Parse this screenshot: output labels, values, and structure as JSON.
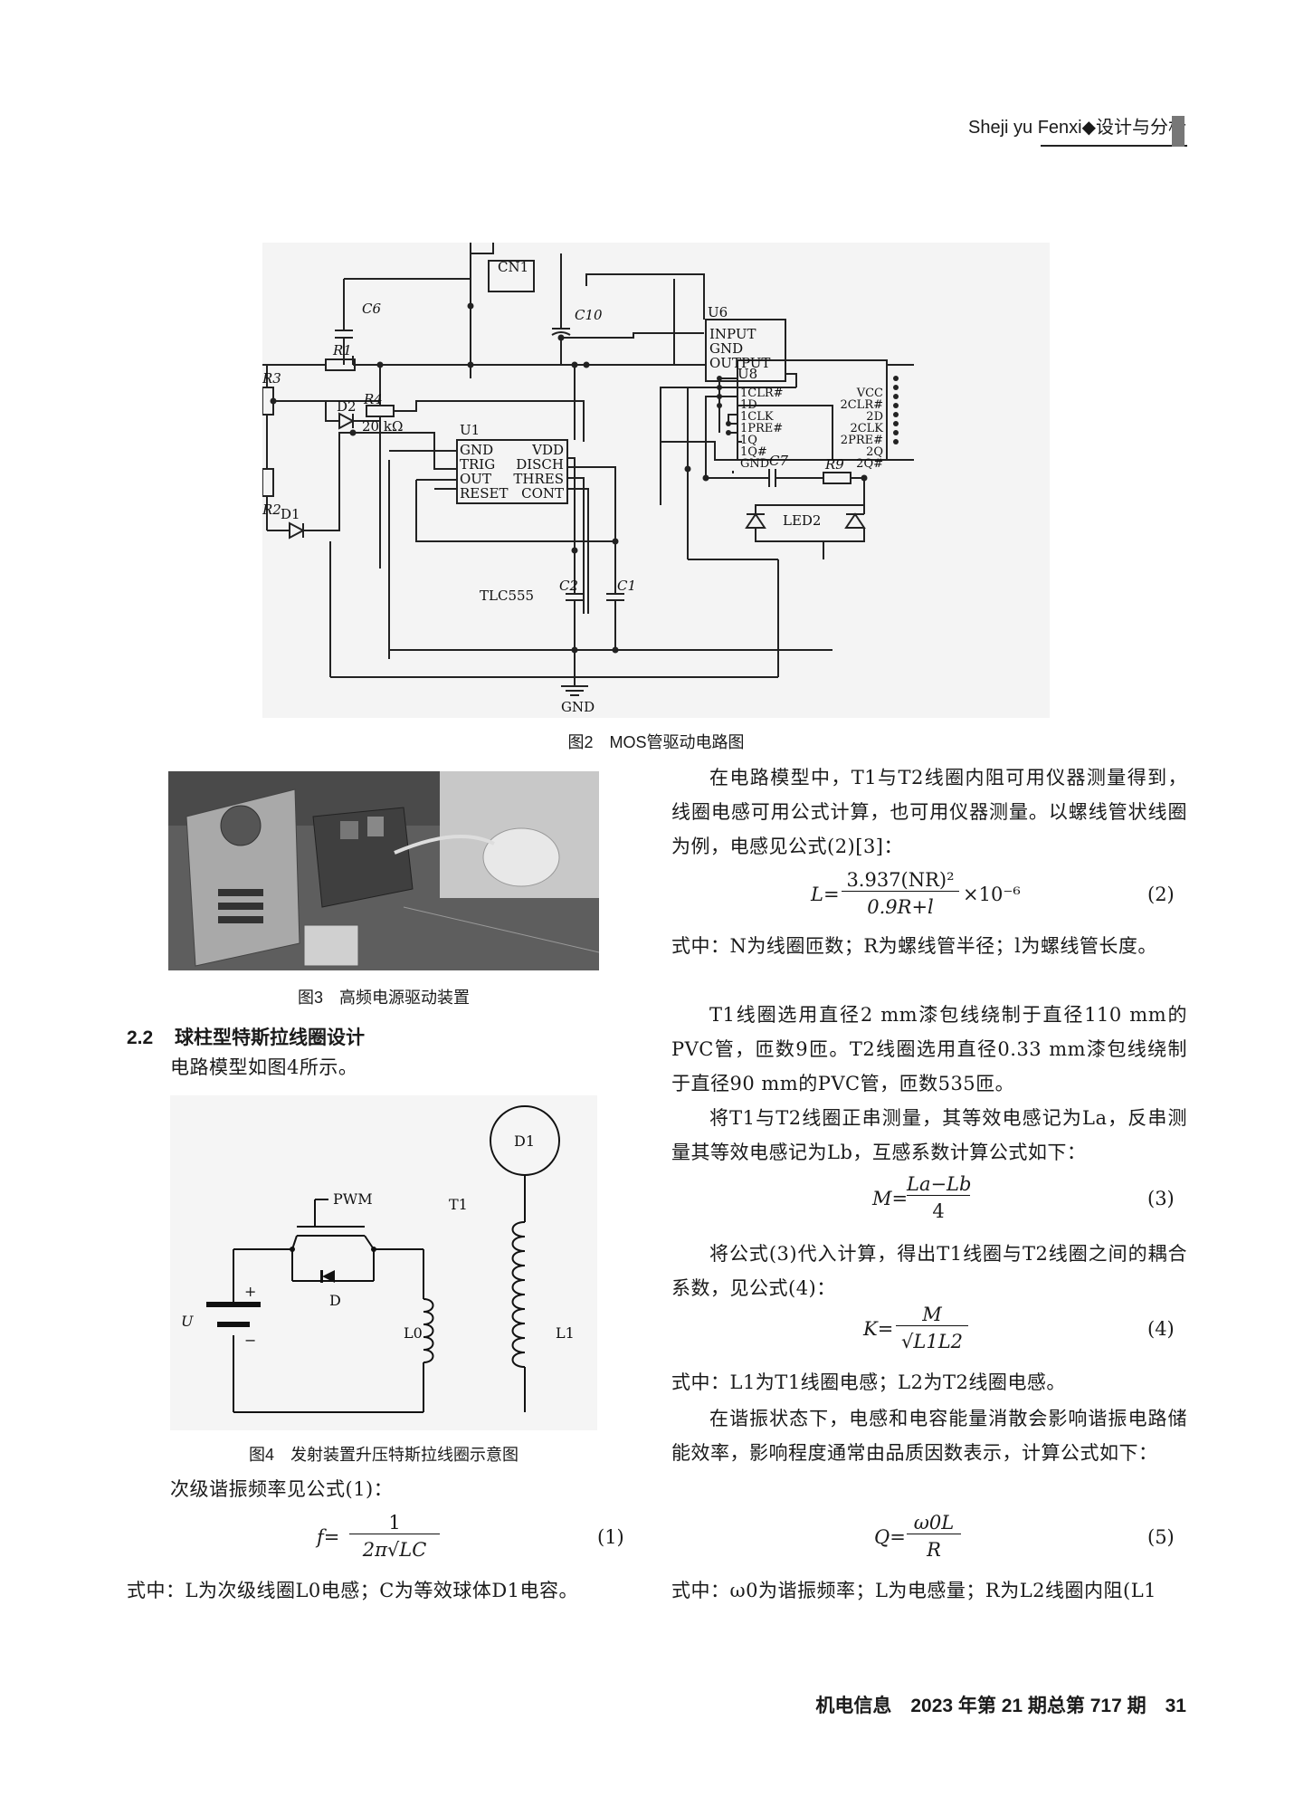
{
  "header": {
    "running_title": "Sheji yu Fenxi◆设计与分析"
  },
  "fig2": {
    "caption": "图2　MOS管驱动电路图",
    "labels": {
      "cn1": "CN1",
      "c6": "C6",
      "c10": "C10",
      "u6": "U6",
      "u6_pins": [
        "INPUT",
        "GND",
        "OUTPUT"
      ],
      "r1": "R1",
      "r3": "R3",
      "r4": "R4",
      "r4_value": "20 kΩ",
      "d2": "D2",
      "r2": "R2",
      "d1": "D1",
      "u1": "U1",
      "u1_left": [
        "GND",
        "TRIG",
        "OUT",
        "RESET"
      ],
      "u1_right": [
        "VDD",
        "DISCH",
        "THRES",
        "CONT"
      ],
      "tlc": "TLC555",
      "c2": "C2",
      "c1": "C1",
      "gnd": "GND",
      "u8": "U8",
      "u8_left": [
        "1CLR#",
        "1D",
        "1CLK",
        "1PRE#",
        "1Q",
        "1Q#",
        "GND"
      ],
      "u8_right": [
        "VCC",
        "2CLR#",
        "2D",
        "2CLK",
        "2PRE#",
        "2Q",
        "2Q#"
      ],
      "c7": "C7",
      "r9": "R9",
      "led2": "LED2"
    }
  },
  "fig3": {
    "caption": "图3　高频电源驱动装置"
  },
  "section": {
    "number": "2.2",
    "title": "球柱型特斯拉线圈设计"
  },
  "left_text": {
    "p1": "电路模型如图4所示。",
    "p2": "次级谐振频率见公式(1)：",
    "eq1_lhs": "f=",
    "eq1_num": "1",
    "eq1_den": "2π√LC",
    "eq1_no": "(1)",
    "p3": "式中：L为次级线圈L0电感；C为等效球体D1电容。"
  },
  "fig4": {
    "caption": "图4　发射装置升压特斯拉线圈示意图",
    "labels": {
      "d1": "D1",
      "pwm": "PWM",
      "t1": "T1",
      "d": "D",
      "u": "U",
      "plus": "+",
      "minus": "−",
      "l0": "L0",
      "l1": "L1"
    }
  },
  "right_text": {
    "p1": "在电路模型中，T1与T2线圈内阻可用仪器测量得到，线圈电感可用公式计算，也可用仪器测量。以螺线管状线圈为例，电感见公式(2)[3]：",
    "eq2_lhs": "L=",
    "eq2_num": "3.937(NR)²",
    "eq2_den": "0.9R+l",
    "eq2_tail": "×10⁻⁶",
    "eq2_no": "(2)",
    "p2": "式中：N为线圈匝数；R为螺线管半径；l为螺线管长度。",
    "p3": "T1线圈选用直径2 mm漆包线绕制于直径110 mm的PVC管，匝数9匝。T2线圈选用直径0.33 mm漆包线绕制于直径90 mm的PVC管，匝数535匝。",
    "p4": "将T1与T2线圈正串测量，其等效电感记为La，反串测量其等效电感记为Lb，互感系数计算公式如下：",
    "eq3_lhs": "M=",
    "eq3_num": "La−Lb",
    "eq3_den": "4",
    "eq3_no": "(3)",
    "p5": "将公式(3)代入计算，得出T1线圈与T2线圈之间的耦合系数，见公式(4)：",
    "eq4_lhs": "K=",
    "eq4_num": "M",
    "eq4_den": "√L1L2",
    "eq4_no": "(4)",
    "p6": "式中：L1为T1线圈电感；L2为T2线圈电感。",
    "p7": "在谐振状态下，电感和电容能量消散会影响谐振电路储能效率，影响程度通常由品质因数表示，计算公式如下：",
    "eq5_lhs": "Q=",
    "eq5_num": "ω0L",
    "eq5_den": "R",
    "eq5_no": "(5)",
    "p8": "式中：ω0为谐振频率；L为电感量；R为L2线圈内阻(L1"
  },
  "footer": {
    "text": "机电信息　2023 年第 21 期总第 717 期　31"
  }
}
